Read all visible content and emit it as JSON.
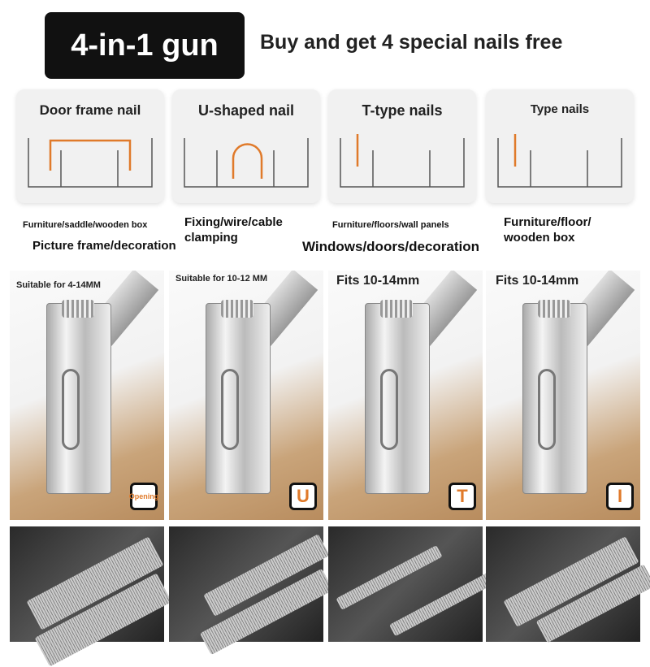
{
  "header": {
    "title": "4-in-1 gun",
    "promo": "Buy and get 4 special nails free"
  },
  "cards": [
    {
      "title": "Door frame nail",
      "nail": "door-frame"
    },
    {
      "title": "U-shaped nail",
      "nail": "u-shaped"
    },
    {
      "title": "T-type nails",
      "nail": "t-type"
    },
    {
      "title": "Type nails",
      "nail": "straight"
    }
  ],
  "captions": {
    "c1a": "Furniture/saddle/wooden box",
    "c1b": "Picture frame/decoration",
    "c2": "Fixing/wire/cable clamping",
    "c3a": "Furniture/floors/wall panels",
    "c3b": "Windows/doors/decoration",
    "c4": "Furniture/floor/ wooden box"
  },
  "photos": [
    {
      "label": "Suitable for 4-14MM",
      "badge": "Opening"
    },
    {
      "label": "Suitable for 10-12 MM",
      "badge": "U"
    },
    {
      "label": "Fits 10-14mm",
      "badge": "T"
    },
    {
      "label": "Fits 10-14mm",
      "badge": "I"
    }
  ],
  "colors": {
    "accent": "#e07a2a"
  }
}
